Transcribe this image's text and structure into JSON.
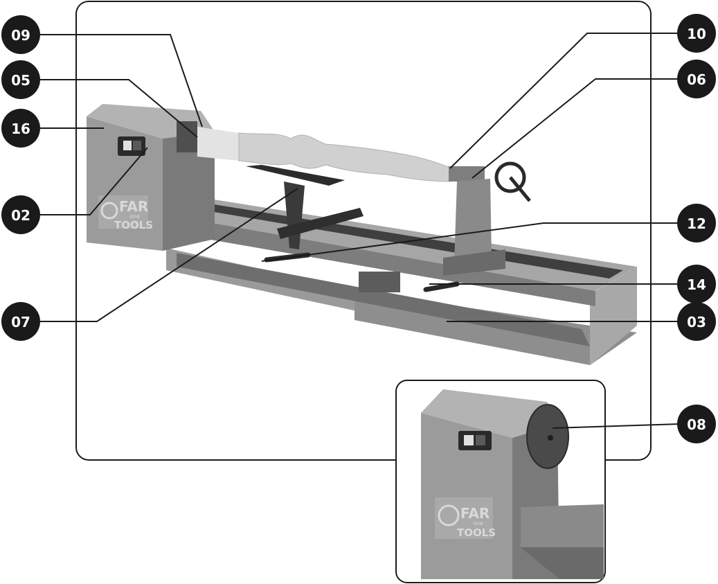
{
  "callouts": [
    {
      "id": "09",
      "text": "09"
    },
    {
      "id": "05",
      "text": "05"
    },
    {
      "id": "16",
      "text": "16"
    },
    {
      "id": "02",
      "text": "02"
    },
    {
      "id": "07",
      "text": "07"
    },
    {
      "id": "10",
      "text": "10"
    },
    {
      "id": "06",
      "text": "06"
    },
    {
      "id": "12",
      "text": "12"
    },
    {
      "id": "14",
      "text": "14"
    },
    {
      "id": "03",
      "text": "03"
    },
    {
      "id": "08",
      "text": "08"
    }
  ],
  "logo": {
    "brand": "FAR",
    "sub": "one",
    "tools": "TOOLS"
  },
  "colors": {
    "callout_fill": "#1a1a1a",
    "frame": "#1a1a1a",
    "machine_body": "#8c8c8c",
    "machine_dark": "#555555",
    "wood": "#cfcfcf"
  }
}
